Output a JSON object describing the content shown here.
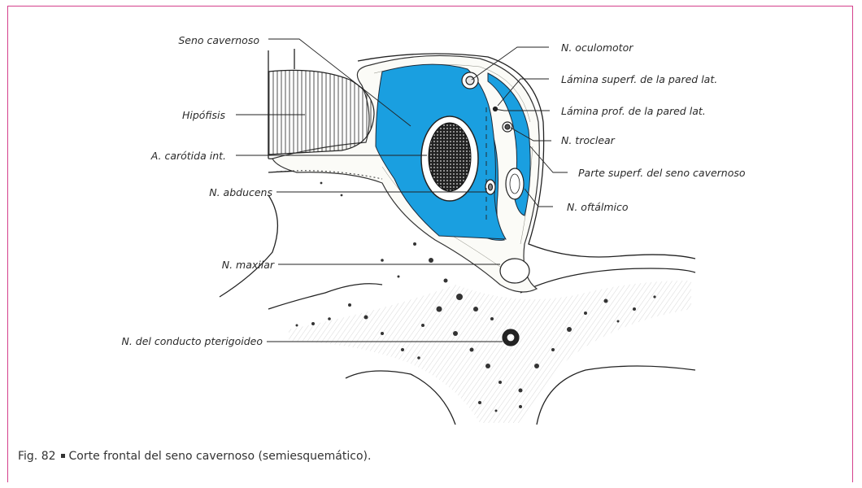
{
  "colors": {
    "frame": "#d4408c",
    "sinus": "#1a9fe0",
    "ink": "#222222"
  },
  "labels": {
    "seno_cavernoso": "Seno cavernoso",
    "hipofisis": "Hipófisis",
    "carotida": "A. carótida int.",
    "abducens": "N. abducens",
    "maxilar": "N. maxilar",
    "pterigoideo": "N. del conducto pterigoideo",
    "oculomotor": "N. oculomotor",
    "lamina_superf": "Lámina superf. de la pared lat.",
    "lamina_prof": "Lámina prof. de la pared lat.",
    "troclear": "N. troclear",
    "parte_superf": "Parte superf. del seno cavernoso",
    "oftalmico": "N. oftálmico"
  },
  "caption": {
    "figure": "Fig. 82",
    "text": "Corte frontal del seno cavernoso (semiesquemático)."
  }
}
